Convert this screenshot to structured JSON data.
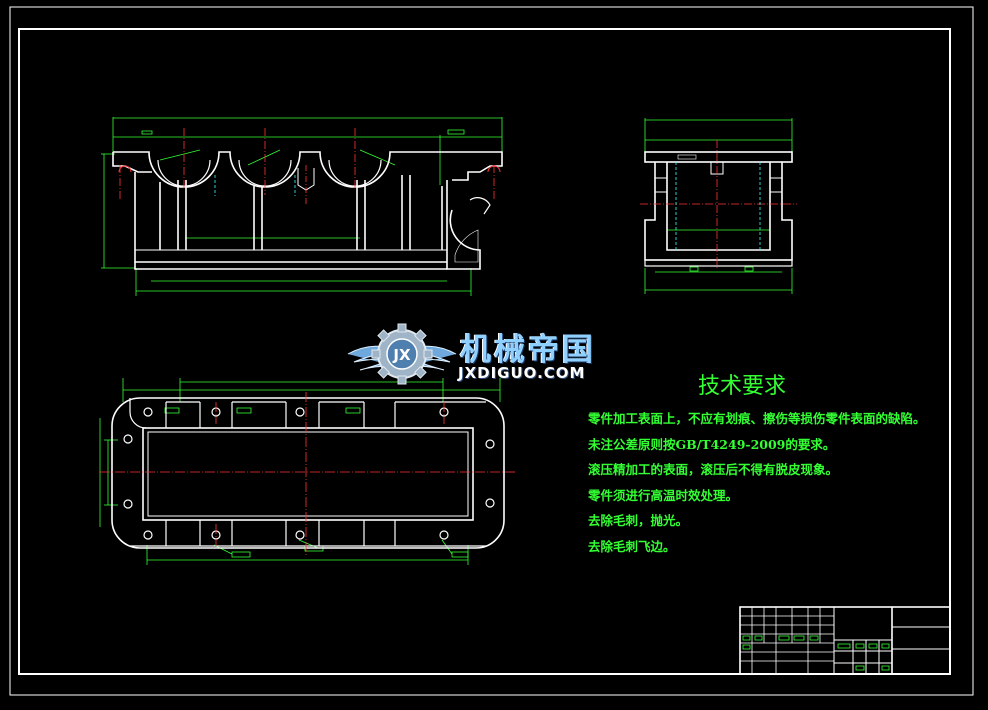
{
  "drawing": {
    "colors": {
      "background": "#000000",
      "outline": "#ffffff",
      "dimension": "#33ff33",
      "centerline": "#ff3333",
      "hidden": "#33ffff"
    }
  },
  "watermark": {
    "logo_text": "JX",
    "brand_cn": "机械帝国",
    "brand_en": "JXDIGUO.COM",
    "colors": {
      "primary": "#8fd0ff",
      "gear": "#a0b4c8"
    },
    "icon": "gear-wings-logo-icon"
  },
  "tech_requirements": {
    "title": "技术要求",
    "items": [
      "零件加工表面上，不应有划痕、擦伤等损伤零件表面的缺陷。",
      "未注公差原则按GB/T4249-2009的要求。",
      "滚压精加工的表面，滚压后不得有脱皮现象。",
      "零件须进行高温时效处理。",
      "去除毛刺，抛光。",
      "去除毛刺飞边。"
    ]
  }
}
